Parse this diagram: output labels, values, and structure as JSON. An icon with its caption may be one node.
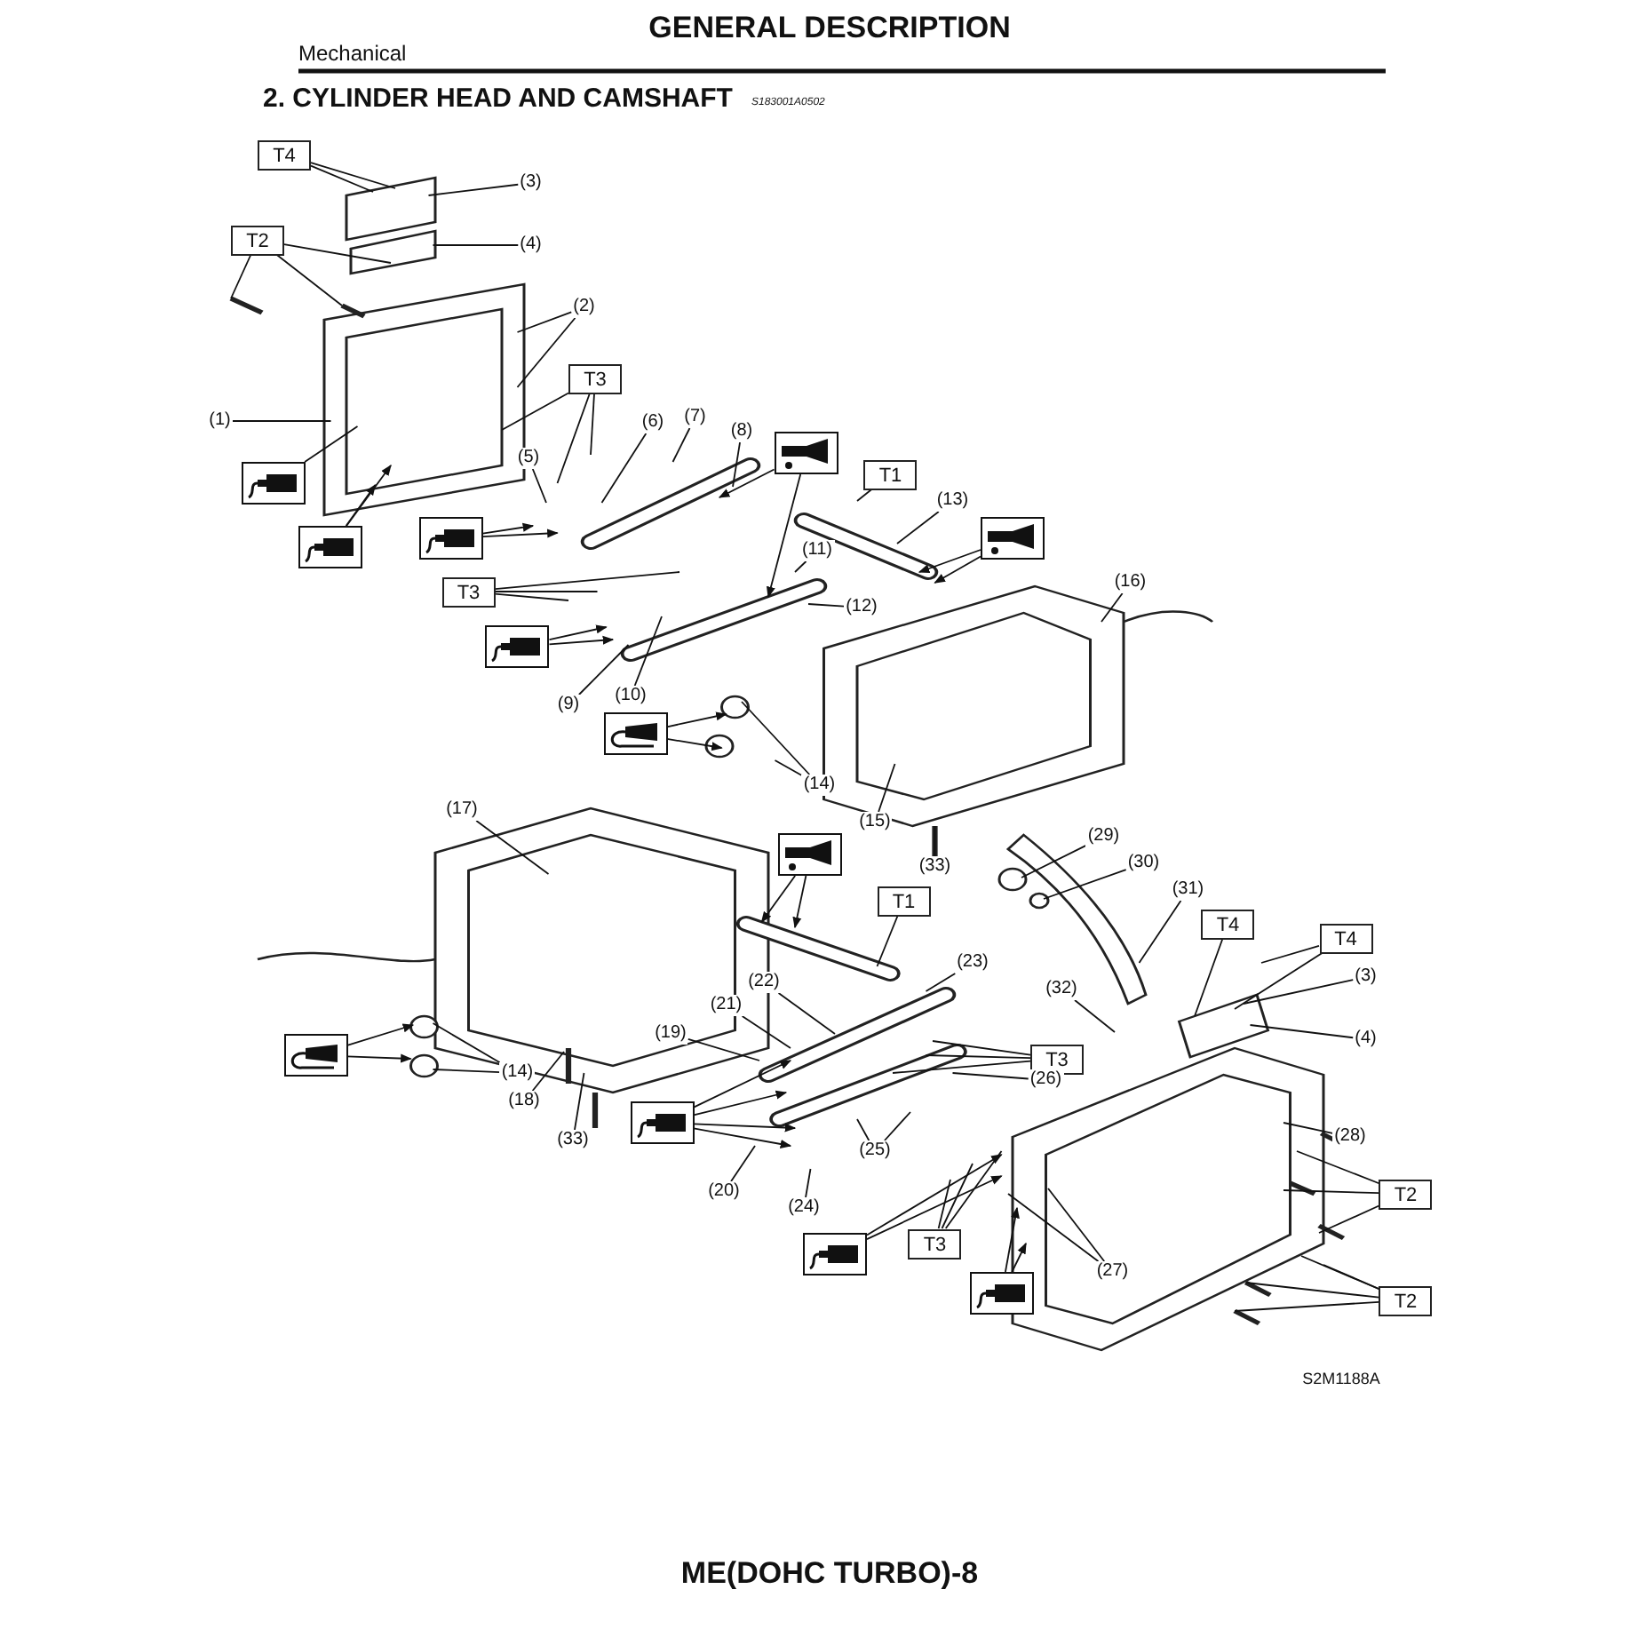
{
  "diagram": {
    "title": "2. CYLINDER HEAD AND CAMSHAFT",
    "nodes": [
      {
        "text": [
          "T4"
        ]
      },
      {
        "text": [
          "(3)"
        ]
      },
      {
        "text": [
          "(4)"
        ]
      },
      {
        "text": [
          "T2"
        ]
      },
      {
        "text": [
          "(2)"
        ]
      },
      {
        "text": [
          "(1)"
        ]
      },
      {
        "text": [
          "T3"
        ]
      },
      {
        "text": [
          "(5)"
        ]
      },
      {
        "text": [
          "(6)"
        ]
      },
      {
        "text": [
          "(7)"
        ]
      },
      {
        "text": [
          "(8)"
        ]
      },
      {
        "text": [],
        "shape": "picture"
      },
      {
        "text": [
          "T1"
        ]
      },
      {
        "text": [
          "(13)"
        ]
      },
      {
        "text": [],
        "shape": "picture"
      },
      {
        "text": [
          "(16)"
        ]
      },
      {
        "text": [],
        "shape": "picture"
      },
      {
        "text": [],
        "shape": "picture"
      },
      {
        "text": [],
        "shape": "picture"
      },
      {
        "text": [
          "(11)"
        ]
      },
      {
        "text": [
          "T3"
        ]
      },
      {
        "text": [
          "(12)"
        ]
      },
      {
        "text": [],
        "shape": "picture"
      },
      {
        "text": [
          "(10)"
        ]
      },
      {
        "text": [
          "(9)"
        ]
      },
      {
        "text": [],
        "shape": "picture"
      },
      {
        "text": [
          "(14)"
        ]
      },
      {
        "text": [
          "(15)"
        ]
      },
      {
        "text": [
          "(33)"
        ]
      },
      {
        "text": [
          "(17)"
        ]
      },
      {
        "text": [],
        "shape": "picture"
      },
      {
        "text": [
          "T1"
        ]
      },
      {
        "text": [
          "(29)"
        ]
      },
      {
        "text": [
          "(30)"
        ]
      },
      {
        "text": [
          "(31)"
        ]
      },
      {
        "text": [
          "T4"
        ]
      },
      {
        "text": [
          "T4"
        ]
      },
      {
        "text": [
          "(22)"
        ]
      },
      {
        "text": [
          "(23)"
        ]
      },
      {
        "text": [
          "(3)"
        ]
      },
      {
        "text": [
          "(32)"
        ]
      },
      {
        "text": [
          "(4)"
        ]
      },
      {
        "text": [
          "(21)"
        ]
      },
      {
        "text": [
          "(19)"
        ]
      },
      {
        "text": [],
        "shape": "picture"
      },
      {
        "text": [
          "(14)"
        ]
      },
      {
        "text": [
          "T3"
        ]
      },
      {
        "text": [
          "(26)"
        ]
      },
      {
        "text": [
          "(18)"
        ]
      },
      {
        "text": [],
        "shape": "picture"
      },
      {
        "text": [
          "(33)"
        ]
      },
      {
        "text": [
          "(20)"
        ]
      },
      {
        "text": [
          "(25)"
        ]
      },
      {
        "text": [
          "(28)"
        ]
      },
      {
        "text": [
          "T2"
        ]
      },
      {
        "text": [
          "(24)"
        ]
      },
      {
        "text": [
          "T3"
        ]
      },
      {
        "text": [
          "(27)"
        ]
      },
      {
        "text": [],
        "shape": "picture"
      },
      {
        "text": [],
        "shape": "picture"
      },
      {
        "text": [
          "T2"
        ]
      },
      {
        "text": [],
        "shape": "box"
      },
      {
        "text": [],
        "shape": "box"
      },
      {
        "text": [],
        "shape": "box"
      }
    ],
    "edges": [
      {
        "from": 0,
        "to": 61,
        "arrow": "none"
      },
      {
        "from": 0,
        "to": 61,
        "arrow": "none"
      },
      {
        "from": 1,
        "to": 61,
        "arrow": "none"
      },
      {
        "from": 2,
        "to": 62,
        "arrow": "none"
      },
      {
        "from": 3,
        "to": null,
        "arrow": "none"
      },
      {
        "from": 3,
        "to": null,
        "arrow": "none"
      },
      {
        "from": 3,
        "to": 62,
        "arrow": "none"
      },
      {
        "from": 4,
        "to": null,
        "arrow": "none"
      },
      {
        "from": 4,
        "to": null,
        "arrow": "none"
      },
      {
        "from": 5,
        "to": null,
        "arrow": "none"
      },
      {
        "from": 6,
        "to": null,
        "arrow": "none"
      },
      {
        "from": 6,
        "to": null,
        "arrow": "none"
      },
      {
        "from": 6,
        "to": null,
        "arrow": "none"
      },
      {
        "from": 7,
        "to": null,
        "arrow": "none"
      },
      {
        "from": 8,
        "to": null,
        "arrow": "none"
      },
      {
        "from": 9,
        "to": null,
        "arrow": "none"
      },
      {
        "from": 10,
        "to": null,
        "arrow": "none"
      },
      {
        "from": 11,
        "to": null,
        "arrow": "to"
      },
      {
        "from": 11,
        "to": null,
        "arrow": "to"
      },
      {
        "from": 12,
        "to": null,
        "arrow": "none"
      },
      {
        "from": 13,
        "to": null,
        "arrow": "none"
      },
      {
        "from": 14,
        "to": null,
        "arrow": "to"
      },
      {
        "from": 14,
        "to": null,
        "arrow": "to"
      },
      {
        "from": 15,
        "to": null,
        "arrow": "none"
      },
      {
        "from": 16,
        "to": null,
        "arrow": "none"
      },
      {
        "from": 17,
        "to": null,
        "arrow": "to"
      },
      {
        "from": 17,
        "to": null,
        "arrow": "to"
      },
      {
        "from": 18,
        "to": null,
        "arrow": "to"
      },
      {
        "from": 18,
        "to": null,
        "arrow": "to"
      },
      {
        "from": 19,
        "to": null,
        "arrow": "none"
      },
      {
        "from": 20,
        "to": null,
        "arrow": "none"
      },
      {
        "from": 20,
        "to": null,
        "arrow": "none"
      },
      {
        "from": 20,
        "to": null,
        "arrow": "none"
      },
      {
        "from": 21,
        "to": null,
        "arrow": "none"
      },
      {
        "from": 22,
        "to": null,
        "arrow": "to"
      },
      {
        "from": 22,
        "to": null,
        "arrow": "to"
      },
      {
        "from": 23,
        "to": null,
        "arrow": "none"
      },
      {
        "from": 24,
        "to": null,
        "arrow": "none"
      },
      {
        "from": 25,
        "to": null,
        "arrow": "to"
      },
      {
        "from": 25,
        "to": null,
        "arrow": "to"
      },
      {
        "from": 26,
        "to": null,
        "arrow": "none"
      },
      {
        "from": 26,
        "to": null,
        "arrow": "none"
      },
      {
        "from": 27,
        "to": null,
        "arrow": "none"
      },
      {
        "from": 28,
        "to": null,
        "arrow": "none"
      },
      {
        "from": 29,
        "to": null,
        "arrow": "none"
      },
      {
        "from": 30,
        "to": null,
        "arrow": "to"
      },
      {
        "from": 30,
        "to": null,
        "arrow": "to"
      },
      {
        "from": 31,
        "to": null,
        "arrow": "none"
      },
      {
        "from": 32,
        "to": null,
        "arrow": "none"
      },
      {
        "from": 33,
        "to": null,
        "arrow": "none"
      },
      {
        "from": 34,
        "to": null,
        "arrow": "none"
      },
      {
        "from": 35,
        "to": 63,
        "arrow": "none"
      },
      {
        "from": 36,
        "to": null,
        "arrow": "none"
      },
      {
        "from": 36,
        "to": 63,
        "arrow": "none"
      },
      {
        "from": 37,
        "to": null,
        "arrow": "none"
      },
      {
        "from": 38,
        "to": null,
        "arrow": "none"
      },
      {
        "from": 39,
        "to": 63,
        "arrow": "none"
      },
      {
        "from": 40,
        "to": null,
        "arrow": "none"
      },
      {
        "from": 41,
        "to": 63,
        "arrow": "none"
      },
      {
        "from": 42,
        "to": null,
        "arrow": "none"
      },
      {
        "from": 43,
        "to": null,
        "arrow": "none"
      },
      {
        "from": 44,
        "to": null,
        "arrow": "to"
      },
      {
        "from": 44,
        "to": null,
        "arrow": "to"
      },
      {
        "from": 45,
        "to": null,
        "arrow": "none"
      },
      {
        "from": 45,
        "to": null,
        "arrow": "none"
      },
      {
        "from": 46,
        "to": null,
        "arrow": "none"
      },
      {
        "from": 46,
        "to": null,
        "arrow": "none"
      },
      {
        "from": 46,
        "to": null,
        "arrow": "none"
      },
      {
        "from": 47,
        "to": null,
        "arrow": "none"
      },
      {
        "from": 48,
        "to": null,
        "arrow": "none"
      },
      {
        "from": 49,
        "to": null,
        "arrow": "to"
      },
      {
        "from": 49,
        "to": null,
        "arrow": "to"
      },
      {
        "from": 49,
        "to": null,
        "arrow": "to"
      },
      {
        "from": 49,
        "to": null,
        "arrow": "to"
      },
      {
        "from": 50,
        "to": null,
        "arrow": "none"
      },
      {
        "from": 51,
        "to": null,
        "arrow": "none"
      },
      {
        "from": 52,
        "to": null,
        "arrow": "none"
      },
      {
        "from": 52,
        "to": null,
        "arrow": "none"
      },
      {
        "from": 53,
        "to": null,
        "arrow": "none"
      },
      {
        "from": 54,
        "to": null,
        "arrow": "none"
      },
      {
        "from": 54,
        "to": null,
        "arrow": "none"
      },
      {
        "from": 54,
        "to": null,
        "arrow": "none"
      },
      {
        "from": 55,
        "to": null,
        "arrow": "none"
      },
      {
        "from": 56,
        "to": null,
        "arrow": "none"
      },
      {
        "from": 56,
        "to": null,
        "arrow": "none"
      },
      {
        "from": 56,
        "to": null,
        "arrow": "none"
      },
      {
        "from": 57,
        "to": null,
        "arrow": "none"
      },
      {
        "from": 57,
        "to": null,
        "arrow": "none"
      },
      {
        "from": 58,
        "to": null,
        "arrow": "to"
      },
      {
        "from": 58,
        "to": null,
        "arrow": "to"
      },
      {
        "from": 59,
        "to": null,
        "arrow": "to"
      },
      {
        "from": 59,
        "to": null,
        "arrow": "to"
      },
      {
        "from": 60,
        "to": null,
        "arrow": "none"
      },
      {
        "from": 60,
        "to": null,
        "arrow": "none"
      },
      {
        "from": 60,
        "to": null,
        "arrow": "none"
      },
      {
        "from": 60,
        "to": null,
        "arrow": "none"
      }
    ],
    "labels": [
      "GENERAL DESCRIPTION",
      "Mechanical",
      "S183001A0502",
      "S2M1188A",
      "ME(DOHC TURBO)-8"
    ]
  }
}
